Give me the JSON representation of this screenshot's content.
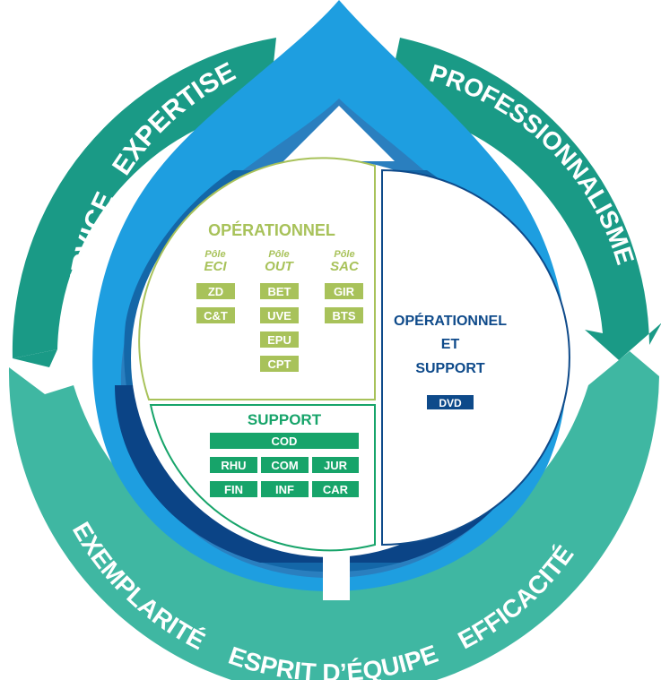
{
  "colors": {
    "teal_dark": "#1a9a86",
    "teal_light": "#3fb7a2",
    "blue_light": "#1e9ee0",
    "blue_mid": "#2a7fbf",
    "blue_deep": "#0d5a96",
    "navy": "#0b4486",
    "green_light": "#a8c25a",
    "green_mid": "#17a46a",
    "dark_blue_text": "#0e4a8a"
  },
  "values": {
    "service": "SERVICE",
    "expertise": "EXPERTISE",
    "professionnalisme": "PROFESSIONNALISME",
    "exemplarite": "EXEMPLARITÉ",
    "esprit_equipe": "ESPRIT D’ÉQUIPE",
    "efficacite": "EFFICACITÉ"
  },
  "operationnel": {
    "title": "OPÉRATIONNEL",
    "poles": [
      {
        "prefix": "Pôle",
        "name": "ECI",
        "units": [
          "ZD",
          "C&T"
        ]
      },
      {
        "prefix": "Pôle",
        "name": "OUT",
        "units": [
          "BET",
          "UVE",
          "EPU",
          "CPT"
        ]
      },
      {
        "prefix": "Pôle",
        "name": "SAC",
        "units": [
          "GIR",
          "BTS"
        ]
      }
    ]
  },
  "operationnel_support": {
    "line1": "OPÉRATIONNEL",
    "line2": "ET",
    "line3": "SUPPORT",
    "unit": "DVD"
  },
  "support": {
    "title": "SUPPORT",
    "head_unit": "COD",
    "row1": [
      "RHU",
      "COM",
      "JUR"
    ],
    "row2": [
      "FIN",
      "INF",
      "CAR"
    ]
  }
}
